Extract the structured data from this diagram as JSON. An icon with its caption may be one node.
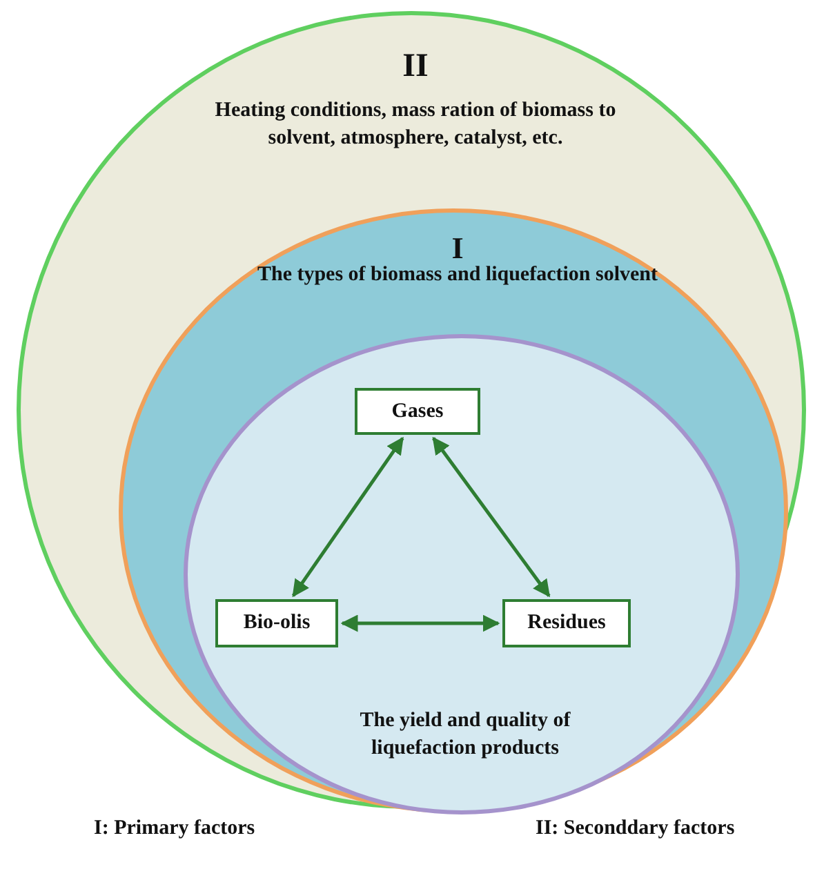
{
  "diagram": {
    "nodes": [
      {
        "text": [
          "II",
          "Heating conditions, mass ration of biomass to solvent, atmosphere, catalyst, etc."
        ]
      },
      {
        "text": [
          "I",
          "The types of biomass and liquefaction solvent"
        ],
        "in": 0
      },
      {
        "text": [
          "The yield and quality of liquefaction products"
        ],
        "in": 1
      },
      {
        "text": [
          "Gases"
        ],
        "in": 2
      },
      {
        "text": [
          "Bio-olis"
        ],
        "in": 2
      },
      {
        "text": [
          "Residues"
        ],
        "in": 2
      }
    ],
    "edges": [
      {
        "from": 3,
        "to": 4,
        "arrow": "both"
      },
      {
        "from": 3,
        "to": 5,
        "arrow": "both"
      },
      {
        "from": 4,
        "to": 5,
        "arrow": "both"
      }
    ],
    "labels": [
      "I: Primary factors",
      "II: Seconddary factors"
    ]
  }
}
